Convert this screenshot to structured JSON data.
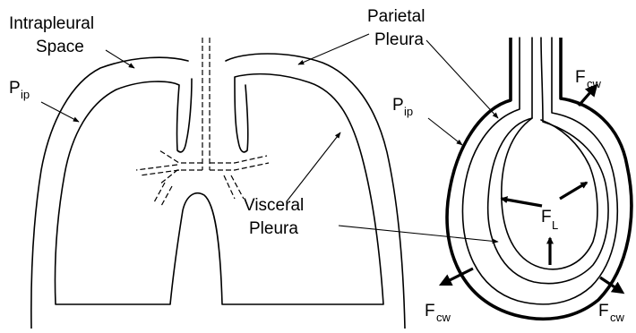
{
  "labels": {
    "intrapleural_line1": "Intrapleural",
    "intrapleural_line2": "Space",
    "parietal_line1": "Parietal",
    "parietal_line2": "Pleura",
    "visceral_line1": "Visceral",
    "visceral_line2": "Pleura",
    "pip_main": "P",
    "pip_sub": "ip",
    "fl_main": "F",
    "fl_sub": "L",
    "fcw_main": "F",
    "fcw_sub": "cw"
  }
}
